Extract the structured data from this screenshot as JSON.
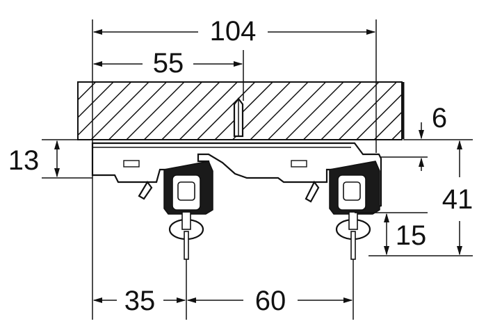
{
  "dimensions": {
    "total_width": "104",
    "half_width": "55",
    "ceiling_gap": "6",
    "rail_height": "13",
    "total_height": "41",
    "runner_height": "15",
    "offset_left": "35",
    "runner_spacing": "60"
  }
}
